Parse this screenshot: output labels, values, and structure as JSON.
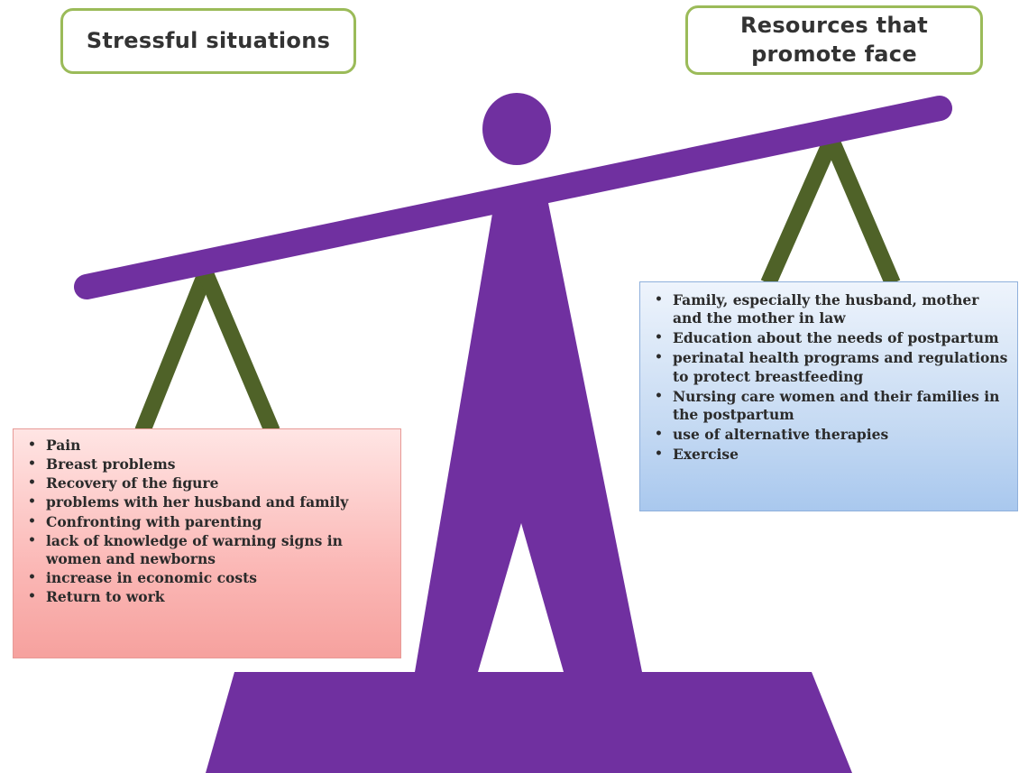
{
  "diagram": {
    "left_title": "Stressful situations",
    "right_title": "Resources that\npromote face",
    "stress_items": [
      "Pain",
      "Breast problems",
      "Recovery of the figure",
      "problems with her husband and family",
      "Confronting with parenting",
      "lack of knowledge of warning signs in women and newborns",
      "increase in economic costs",
      "Return to work"
    ],
    "resource_items": [
      "Family, especially the husband, mother and the mother in law",
      "Education about the needs of postpartum",
      "perinatal health programs and regulations to protect breastfeeding",
      "Nursing care women and their families in the postpartum",
      "use of alternative therapies",
      "Exercise"
    ]
  },
  "colors": {
    "scale": "#7030a0",
    "pan_legs": "#4f6228",
    "title_border": "#9bbb59",
    "stress_box": "#f8b4b2",
    "resource_box": "#c6dbf3"
  },
  "icons": [
    "balance-scale-icon"
  ]
}
